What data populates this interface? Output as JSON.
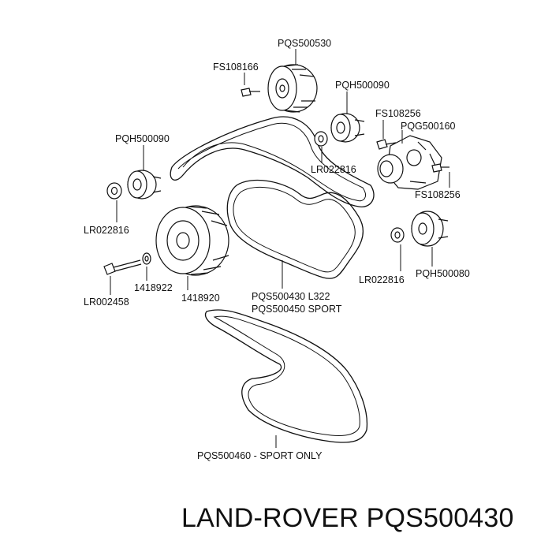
{
  "labels": {
    "pqs500530": "PQS500530",
    "fs108166": "FS108166",
    "pqh500090_top": "PQH500090",
    "fs108256_top": "FS108256",
    "pqg500160": "PQG500160",
    "lr022816_mid": "LR022816",
    "fs108256_bottom": "FS108256",
    "pqh500090_left": "PQH500090",
    "lr022816_left": "LR022816",
    "pqh500080": "PQH500080",
    "lr022816_right": "LR022816",
    "pqs500430": "PQS500430 L322",
    "pqs500450": "PQS500450 SPORT",
    "n1418922": "1418922",
    "n1418920": "1418920",
    "lr002458": "LR002458",
    "pqs500460": "PQS500460 - SPORT ONLY"
  },
  "brand_caption": "LAND-ROVER PQS500430",
  "colors": {
    "line": "#111111",
    "fill": "#ffffff",
    "shade": "#dddddd"
  }
}
